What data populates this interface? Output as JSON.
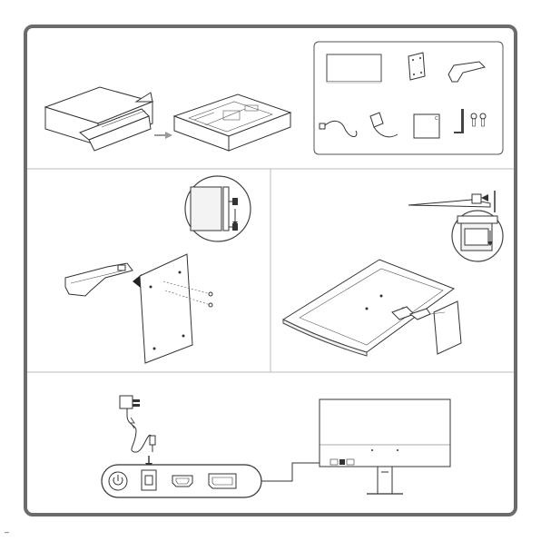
{
  "page_number": "–",
  "step1": {
    "name": "unboxing"
  },
  "step2": {
    "name": "attach-stand-arm"
  },
  "step3": {
    "name": "attach-base"
  },
  "step4": {
    "name": "connect-power"
  },
  "colors": {
    "frame": "#6b6b6b",
    "line": "#333333",
    "divider": "#bbbbbb",
    "arrow": "#888888"
  }
}
